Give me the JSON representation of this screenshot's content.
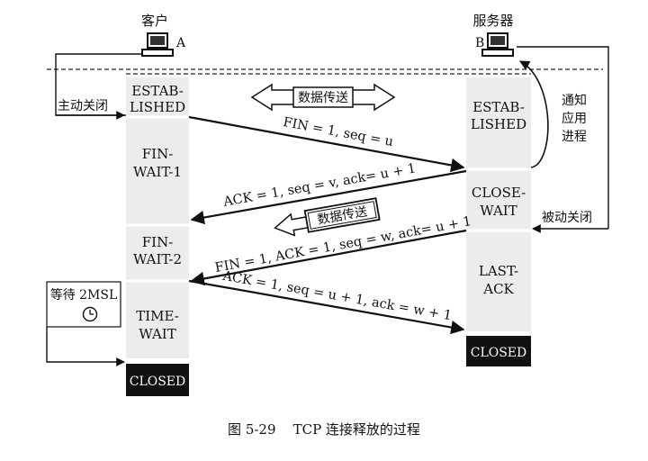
{
  "client": {
    "title": "客户",
    "host_label": "A"
  },
  "server": {
    "title": "服务器",
    "host_label": "B"
  },
  "client_states": [
    {
      "line1": "ESTAB-",
      "line2": "LISHED"
    },
    {
      "line1": "FIN-",
      "line2": "WAIT-1"
    },
    {
      "line1": "FIN-",
      "line2": "WAIT-2"
    },
    {
      "line1": "TIME-",
      "line2": "WAIT"
    }
  ],
  "server_states": [
    {
      "line1": "ESTAB-",
      "line2": "LISHED"
    },
    {
      "line1": "CLOSE-",
      "line2": "WAIT"
    },
    {
      "line1": "LAST-",
      "line2": "ACK"
    }
  ],
  "client_closed": "CLOSED",
  "server_closed": "CLOSED",
  "data_transfer_top": "数据传送",
  "data_transfer_mid": "数据传送",
  "active_close": "主动关闭",
  "passive_close": "被动关闭",
  "notify_app": {
    "line1": "通知",
    "line2": "应用",
    "line3": "进程"
  },
  "wait_2msl": "等待 2MSL",
  "messages": {
    "fin1": "FIN = 1, seq = u",
    "ack1": "ACK = 1, seq = v, ack= u + 1",
    "fin2": "FIN = 1, ACK = 1, seq = w, ack= u + 1",
    "ack2": "ACK = 1, seq = u + 1, ack = w + 1"
  },
  "caption": "图 5-29    TCP 连接释放的过程"
}
